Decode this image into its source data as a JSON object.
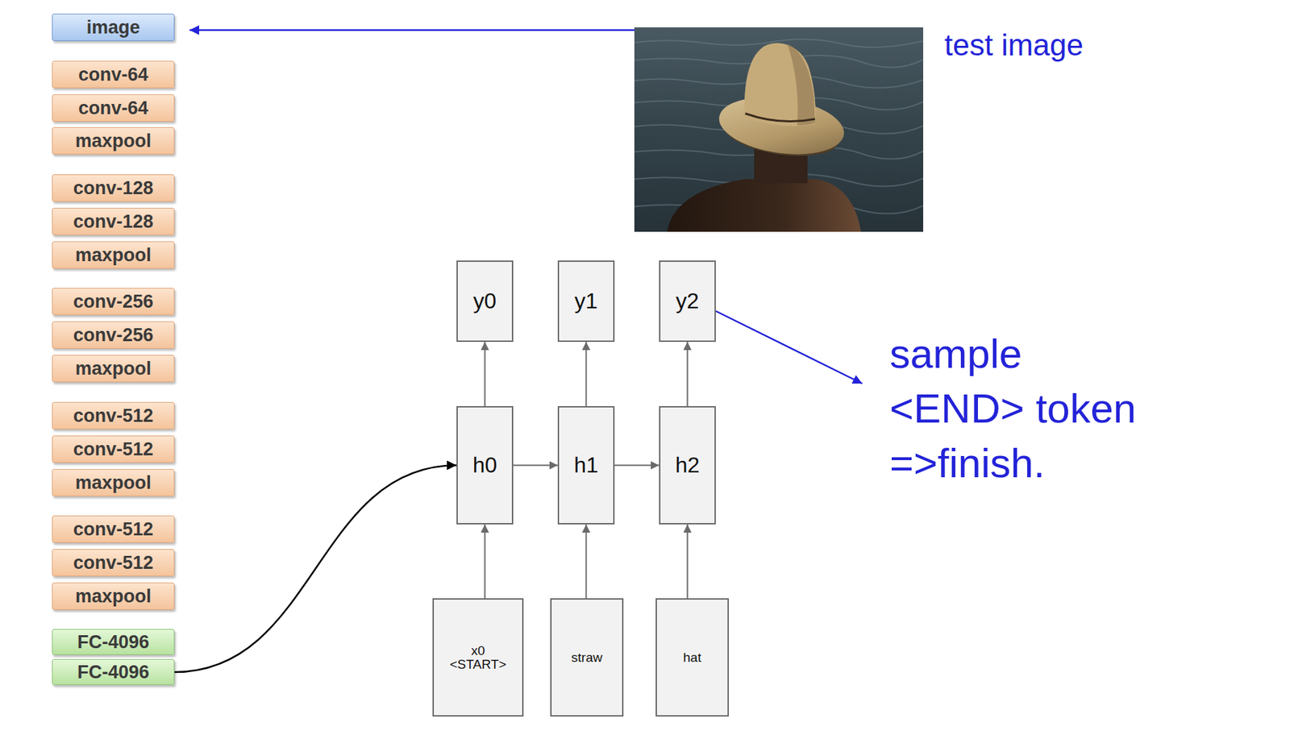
{
  "diagram": {
    "nodes": [
      {
        "text": [
          "image"
        ]
      },
      {
        "text": [
          "conv-64"
        ]
      },
      {
        "text": [
          "conv-64"
        ]
      },
      {
        "text": [
          "maxpool"
        ]
      },
      {
        "text": [
          "conv-128"
        ]
      },
      {
        "text": [
          "conv-128"
        ]
      },
      {
        "text": [
          "maxpool"
        ]
      },
      {
        "text": [
          "conv-256"
        ]
      },
      {
        "text": [
          "conv-256"
        ]
      },
      {
        "text": [
          "maxpool"
        ]
      },
      {
        "text": [
          "conv-512"
        ]
      },
      {
        "text": [
          "conv-512"
        ]
      },
      {
        "text": [
          "maxpool"
        ]
      },
      {
        "text": [
          "conv-512"
        ]
      },
      {
        "text": [
          "conv-512"
        ]
      },
      {
        "text": [
          "maxpool"
        ]
      },
      {
        "text": [
          "FC-4096"
        ]
      },
      {
        "text": [
          "FC-4096"
        ]
      },
      {
        "text": [
          "y0"
        ]
      },
      {
        "text": [
          "y1"
        ]
      },
      {
        "text": [
          "y2"
        ]
      },
      {
        "text": [
          "h0"
        ]
      },
      {
        "text": [
          "h1"
        ]
      },
      {
        "text": [
          "h2"
        ]
      },
      {
        "text": [
          "x0 <START>"
        ]
      },
      {
        "text": [
          "straw"
        ]
      },
      {
        "text": [
          "hat"
        ]
      }
    ],
    "edges": [
      {
        "from": 17,
        "to": 21,
        "arrow": "to"
      },
      {
        "from": 21,
        "to": 22,
        "arrow": "to"
      },
      {
        "from": 22,
        "to": 23,
        "arrow": "to"
      },
      {
        "from": 24,
        "to": 21,
        "arrow": "to"
      },
      {
        "from": 25,
        "to": 22,
        "arrow": "to"
      },
      {
        "from": 26,
        "to": 23,
        "arrow": "to"
      },
      {
        "from": 21,
        "to": 18,
        "arrow": "to"
      },
      {
        "from": 22,
        "to": 19,
        "arrow": "to"
      },
      {
        "from": 23,
        "to": 20,
        "arrow": "to"
      }
    ],
    "labels": [
      "test image",
      "sample <END> token =>finish."
    ]
  }
}
